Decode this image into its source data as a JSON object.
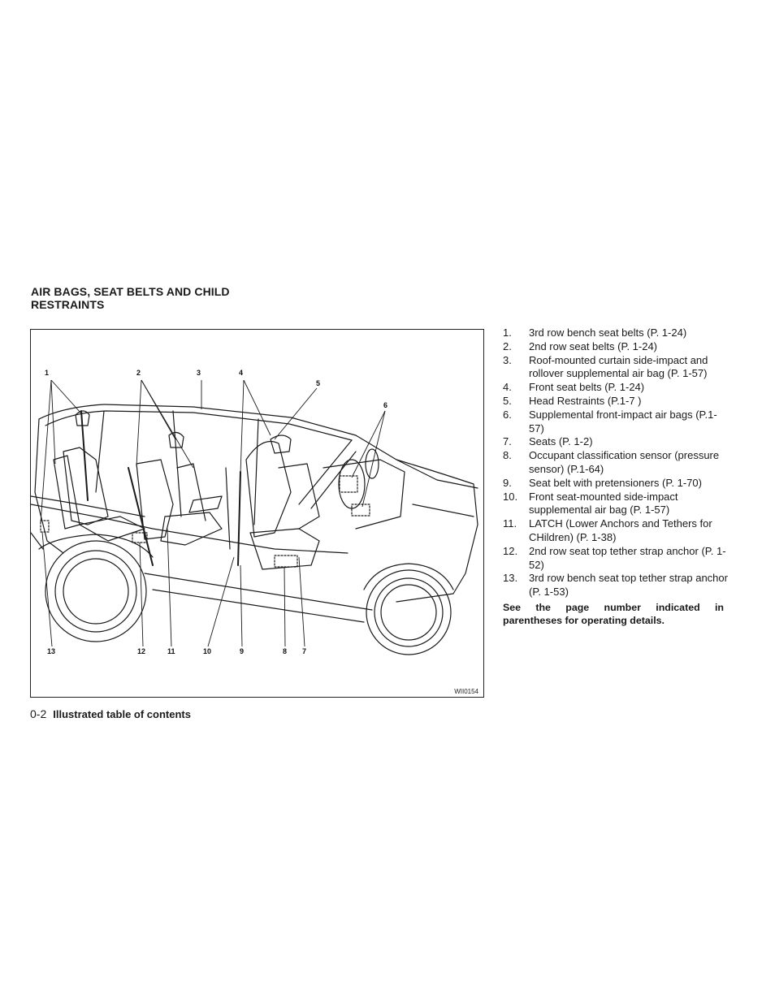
{
  "section": {
    "title": "AIR BAGS, SEAT BELTS AND CHILD RESTRAINTS"
  },
  "figure": {
    "id": "WII0154",
    "callouts": [
      "1",
      "2",
      "3",
      "4",
      "5",
      "6",
      "13",
      "12",
      "11",
      "10",
      "9",
      "8",
      "7"
    ]
  },
  "items": [
    {
      "num": "1.",
      "text": "3rd row bench seat belts (P. 1-24)"
    },
    {
      "num": "2.",
      "text": "2nd row seat belts (P. 1-24)"
    },
    {
      "num": "3.",
      "text": "Roof-mounted curtain side-impact and rollover supplemental air bag (P. 1-57)"
    },
    {
      "num": "4.",
      "text": "Front seat belts (P. 1-24)"
    },
    {
      "num": "5.",
      "text": "Head Restraints (P.1-7 )"
    },
    {
      "num": "6.",
      "text": "Supplemental front-impact air bags (P.1-57)"
    },
    {
      "num": "7.",
      "text": "Seats (P. 1-2)"
    },
    {
      "num": "8.",
      "text": "Occupant classification sensor (pressure sensor) (P.1-64)"
    },
    {
      "num": "9.",
      "text": "Seat belt with pretensioners (P. 1-70)"
    },
    {
      "num": "10.",
      "text": "Front seat-mounted side-impact supplemental air bag (P. 1-57)"
    },
    {
      "num": "11.",
      "text": "LATCH (Lower Anchors and Tethers for CHildren) (P. 1-38)"
    },
    {
      "num": "12.",
      "text": "2nd row seat top tether strap anchor (P. 1-52)"
    },
    {
      "num": "13.",
      "text": "3rd row bench seat top tether strap anchor (P. 1-53)"
    }
  ],
  "note": "See the page number indicated in parentheses for operating details.",
  "footer": {
    "page_number": "0-2",
    "title": "Illustrated table of contents"
  }
}
